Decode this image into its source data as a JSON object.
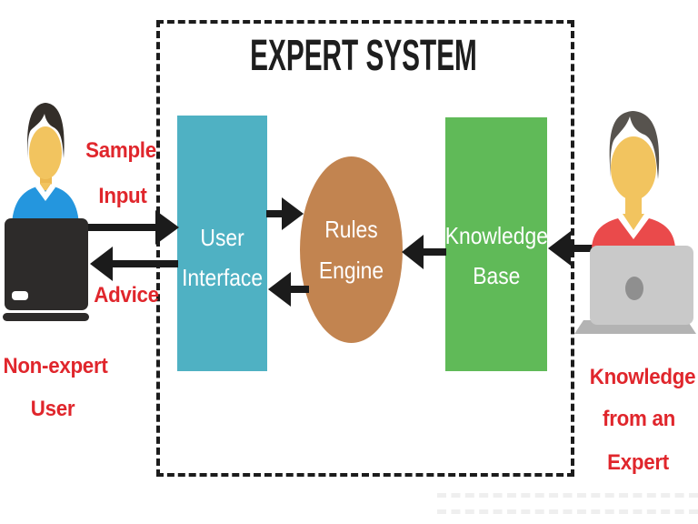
{
  "title": "EXPERT SYSTEM",
  "nodes": {
    "user_interface": {
      "line1": "User",
      "line2": "Interface",
      "color": "#4FB1C3",
      "shape": "rectangle"
    },
    "rules_engine": {
      "line1": "Rules",
      "line2": "Engine",
      "color": "#C28450",
      "shape": "ellipse"
    },
    "knowledge_base": {
      "line1": "Knowledge",
      "line2": "Base",
      "color": "#60BA58",
      "shape": "rectangle"
    }
  },
  "labels": {
    "sample": "Sample",
    "input": "Input",
    "advice": "Advice",
    "non_expert_line1": "Non-expert",
    "non_expert_line2": "User",
    "expert_line1": "Knowledge",
    "expert_line2": "from an",
    "expert_line3": "Expert"
  },
  "icons": {
    "left": "non-expert-user-at-laptop-icon",
    "right": "expert-at-laptop-icon"
  },
  "colors": {
    "annotation_red": "#E0262C",
    "arrow_black": "#1B1B1B",
    "boundary_dash": "#1C1C1C",
    "left_shirt_blue": "#2496DE",
    "right_shirt_red": "#EA4A4B",
    "skin": "#F2C45F",
    "left_laptop": "#2D2B2A",
    "right_laptop": "#C9C9C9"
  }
}
